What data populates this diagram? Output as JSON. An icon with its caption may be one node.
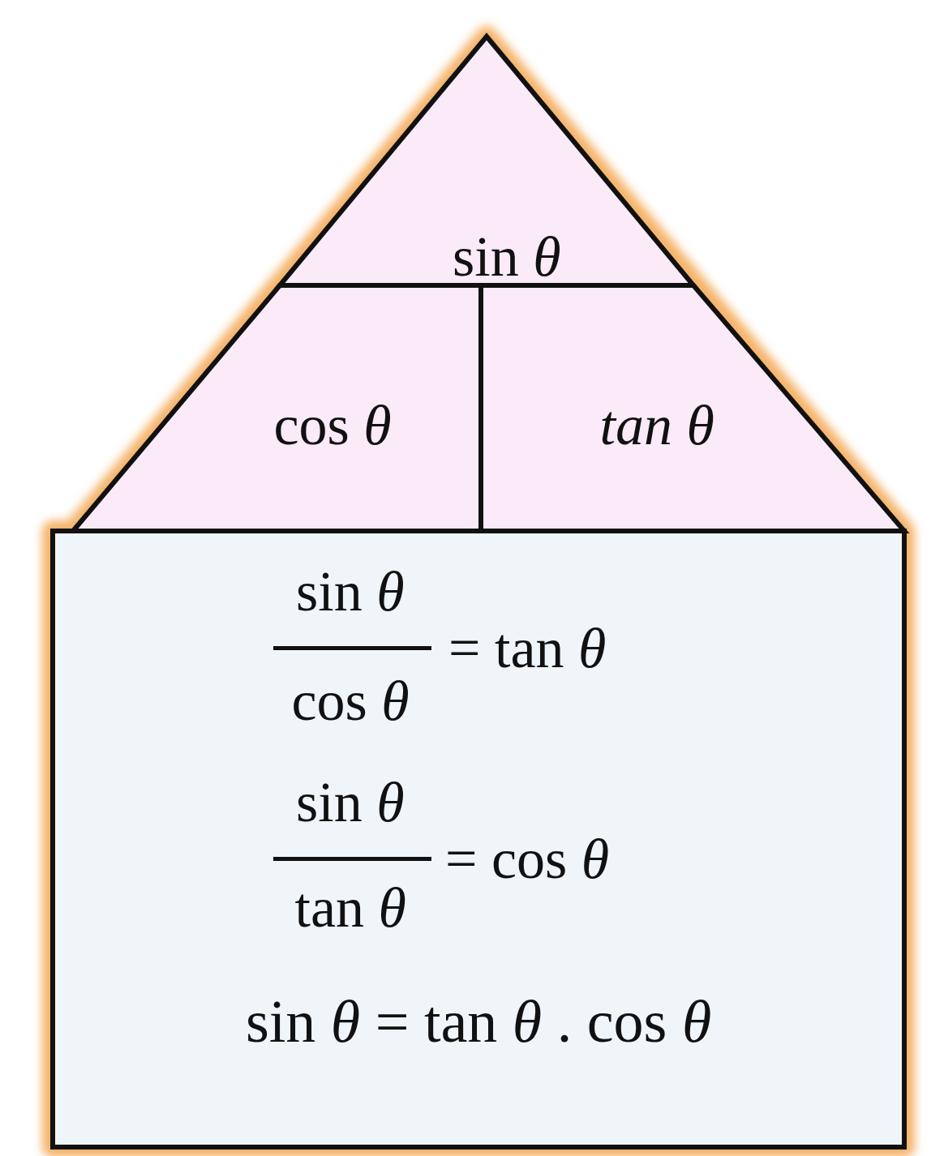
{
  "diagram": {
    "nodes": [
      {
        "text": [
          "sin *θ*"
        ]
      },
      {
        "text": [
          "cos *θ*"
        ]
      },
      {
        "text": [
          "tan θ"
        ]
      },
      {
        "text": [
          "sin *θ*",
          "cos *θ*",
          "= tan *θ*",
          "sin *θ*",
          "tan *θ*",
          "= cos *θ*",
          "sin *θ* = tan *θ* . cos *θ*"
        ]
      }
    ],
    "edges": []
  }
}
